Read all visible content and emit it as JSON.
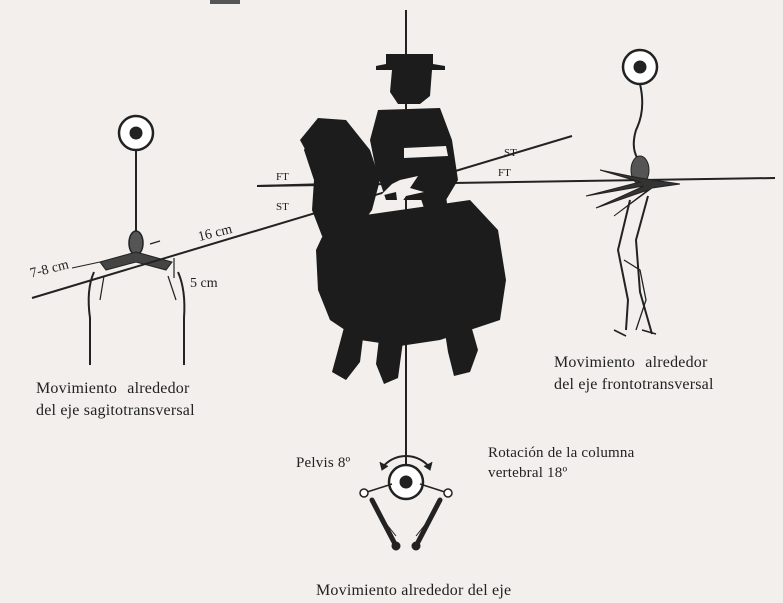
{
  "captions": {
    "sagittal": [
      "Movimiento alrededor",
      "del eje sagitotransversal"
    ],
    "frontal": [
      "Movimiento alrededor",
      "del eje frontotransversal"
    ],
    "longitudinal": "Movimiento alrededor del eje",
    "pelvis": "Pelvis 8º",
    "rotation": [
      "Rotación de la columna",
      "vertebral 18º"
    ]
  },
  "measurements": {
    "width_hip": "7-8 cm",
    "axis_length": "16 cm",
    "drop": "5 cm"
  },
  "axis_labels": {
    "ft": "FT",
    "st": "ST"
  }
}
